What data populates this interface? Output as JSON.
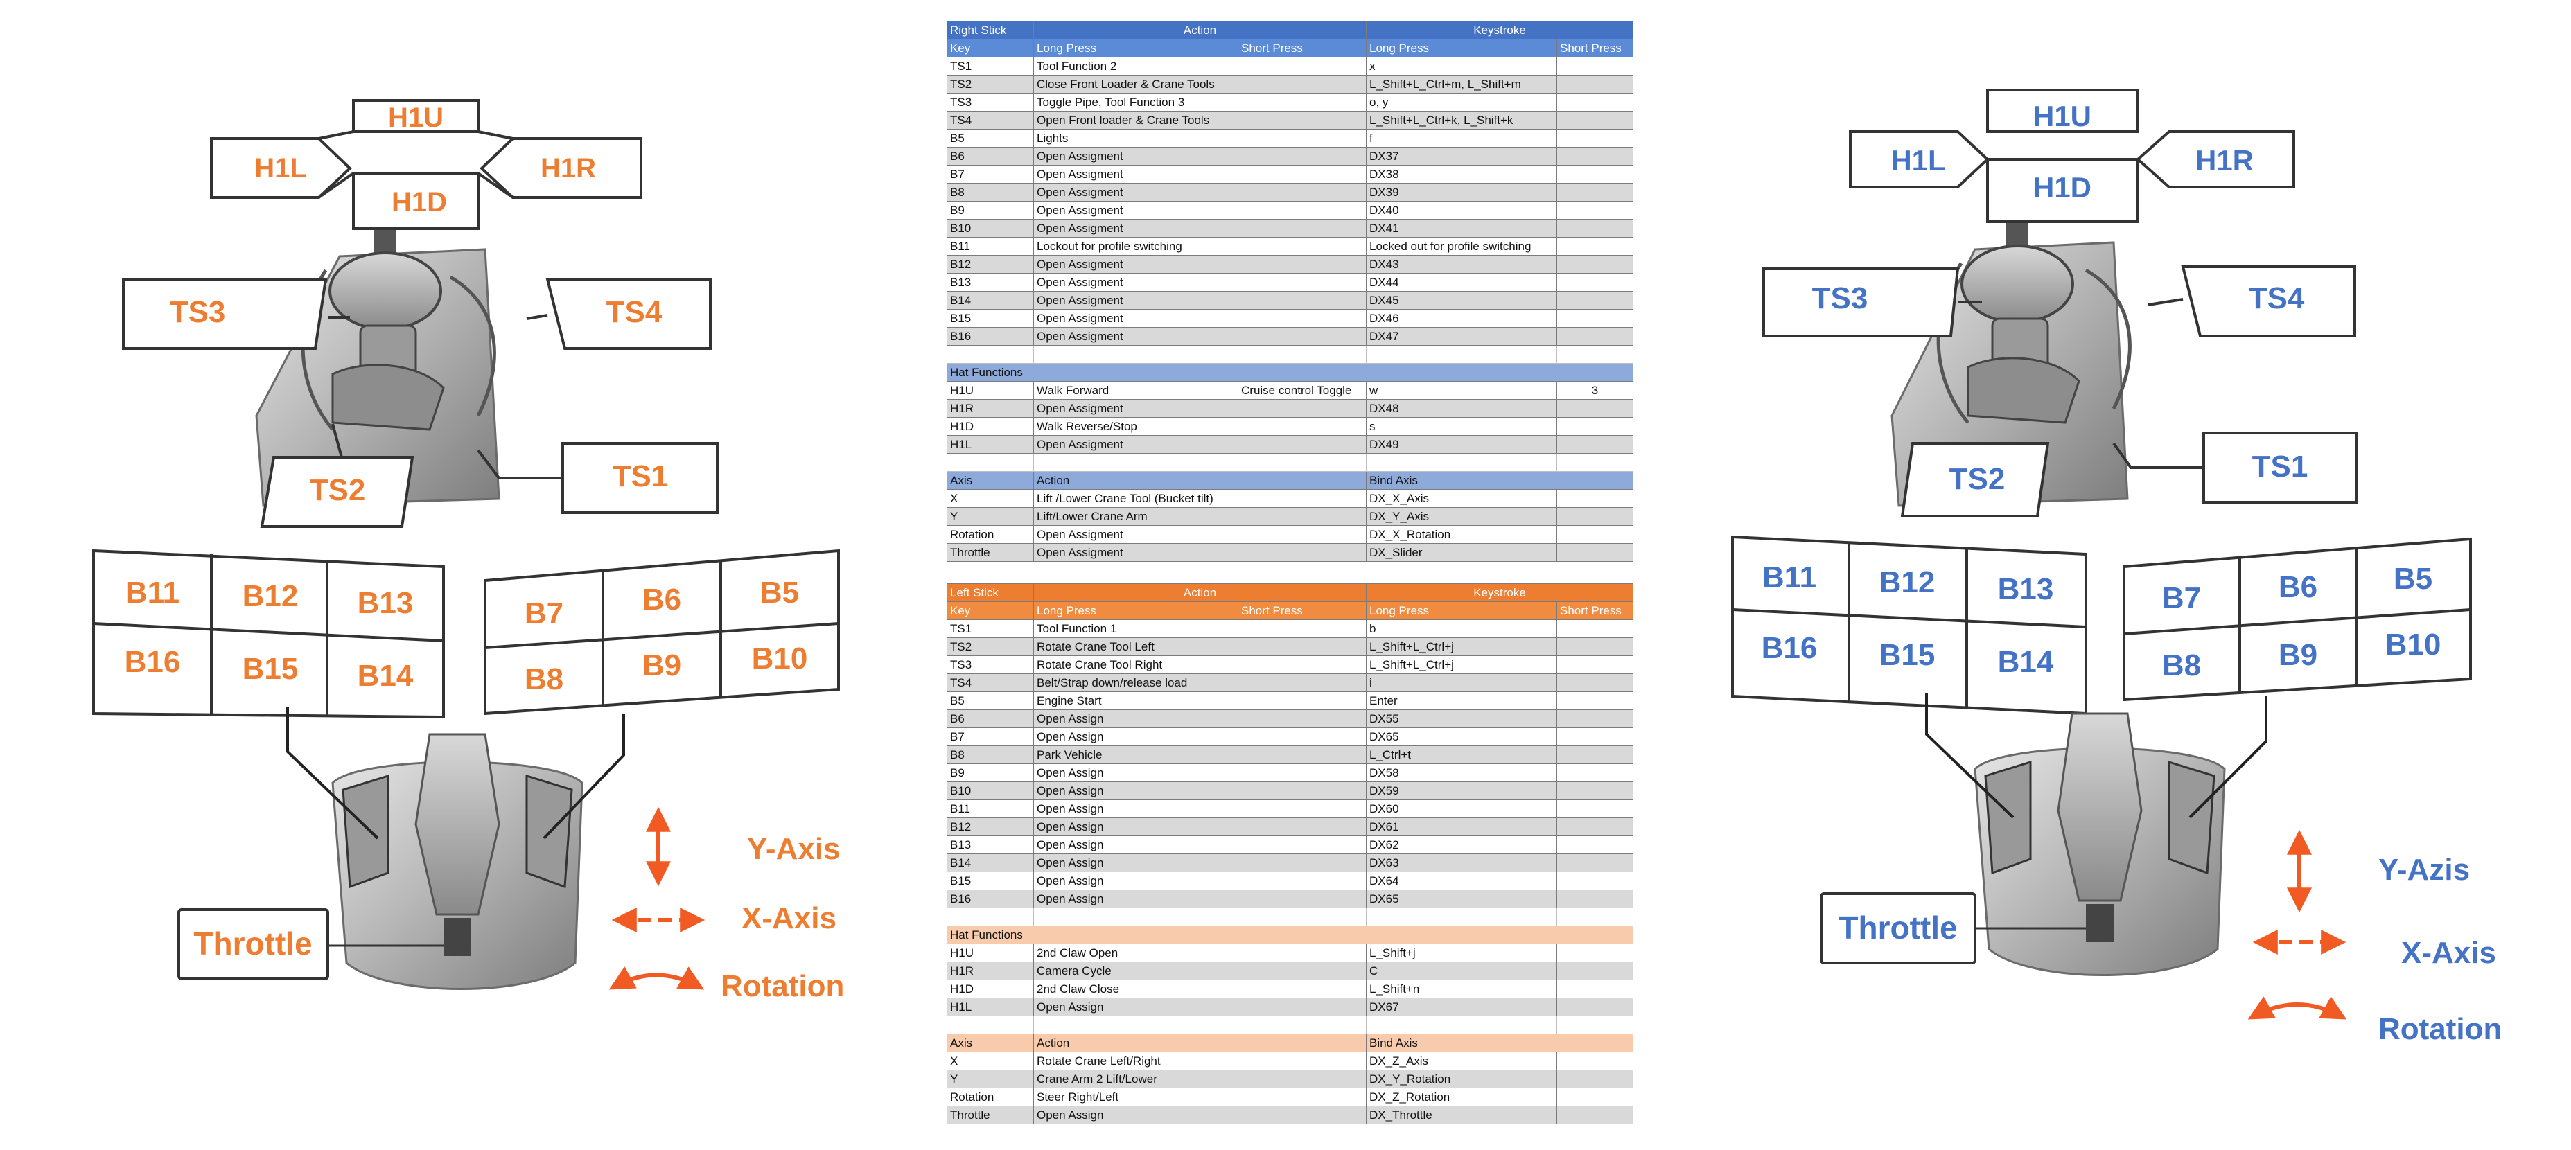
{
  "colors": {
    "left_label": "#ed7d31",
    "right_label": "#4472c4",
    "arrow": "#f15a22",
    "right_header": "#4472c4",
    "right_section": "#8eaadb",
    "left_header": "#ed7d31",
    "left_section": "#f8cbad"
  },
  "left_panel": {
    "hat": [
      "H1U",
      "H1L",
      "H1R",
      "H1D"
    ],
    "triggers": [
      "TS3",
      "TS4",
      "TS2",
      "TS1"
    ],
    "group_a": [
      "B11",
      "B12",
      "B13",
      "B16",
      "B15",
      "B14"
    ],
    "group_b": [
      "B7",
      "B6",
      "B5",
      "B8",
      "B9",
      "B10"
    ],
    "throttle": "Throttle",
    "axes": [
      "Y-Axis",
      "X-Axis",
      "Rotation"
    ]
  },
  "right_panel": {
    "hat": [
      "H1U",
      "H1L",
      "H1R",
      "H1D"
    ],
    "triggers": [
      "TS3",
      "TS4",
      "TS2",
      "TS1"
    ],
    "group_a": [
      "B11",
      "B12",
      "B13",
      "B16",
      "B15",
      "B14"
    ],
    "group_b": [
      "B7",
      "B6",
      "B5",
      "B8",
      "B9",
      "B10"
    ],
    "throttle": "Throttle",
    "axes": [
      "Y-Azis",
      "X-Axis",
      "Rotation"
    ]
  },
  "right_table": {
    "title": "Right Stick",
    "action": "Action",
    "keystroke": "Keystroke",
    "sub": [
      "Key",
      "Long Press",
      "Short Press",
      "Long Press",
      "Short Press"
    ],
    "rows": [
      [
        "TS1",
        "Tool Function 2",
        "",
        "x",
        ""
      ],
      [
        "TS2",
        "Close Front Loader & Crane Tools",
        "",
        "L_Shift+L_Ctrl+m, L_Shift+m",
        ""
      ],
      [
        "TS3",
        "Toggle Pipe, Tool Function 3",
        "",
        "o, y",
        ""
      ],
      [
        "TS4",
        "Open Front loader & Crane Tools",
        "",
        "L_Shift+L_Ctrl+k, L_Shift+k",
        ""
      ],
      [
        "B5",
        "Lights",
        "",
        "f",
        ""
      ],
      [
        "B6",
        "Open Assigment",
        "",
        "DX37",
        ""
      ],
      [
        "B7",
        "Open Assigment",
        "",
        "DX38",
        ""
      ],
      [
        "B8",
        "Open Assigment",
        "",
        "DX39",
        ""
      ],
      [
        "B9",
        "Open Assigment",
        "",
        "DX40",
        ""
      ],
      [
        "B10",
        "Open Assigment",
        "",
        "DX41",
        ""
      ],
      [
        "B11",
        "Lockout for profile switching",
        "",
        "Locked out for profile switching",
        ""
      ],
      [
        "B12",
        "Open Assigment",
        "",
        "DX43",
        ""
      ],
      [
        "B13",
        "Open Assigment",
        "",
        "DX44",
        ""
      ],
      [
        "B14",
        "Open Assigment",
        "",
        "DX45",
        ""
      ],
      [
        "B15",
        "Open Assigment",
        "",
        "DX46",
        ""
      ],
      [
        "B16",
        "Open Assigment",
        "",
        "DX47",
        ""
      ]
    ],
    "hat_title": "Hat Functions",
    "hat_rows": [
      [
        "H1U",
        "Walk Forward",
        "Cruise control Toggle",
        "w",
        "3"
      ],
      [
        "H1R",
        "Open Assigment",
        "",
        "DX48",
        ""
      ],
      [
        "H1D",
        "Walk Reverse/Stop",
        "",
        "s",
        ""
      ],
      [
        "H1L",
        "Open Assigment",
        "",
        "DX49",
        ""
      ]
    ],
    "axis_head": [
      "Axis",
      "Action",
      "Bind Axis"
    ],
    "axis_rows": [
      [
        "X",
        "Lift /Lower Crane Tool (Bucket tilt)",
        "DX_X_Axis"
      ],
      [
        "Y",
        "Lift/Lower Crane Arm",
        "DX_Y_Axis"
      ],
      [
        "Rotation",
        "Open Assigment",
        "DX_X_Rotation"
      ],
      [
        "Throttle",
        "Open Assigment",
        "DX_Slider"
      ]
    ]
  },
  "left_table": {
    "title": "Left Stick",
    "action": "Action",
    "keystroke": "Keystroke",
    "sub": [
      "Key",
      "Long Press",
      "Short Press",
      "Long Press",
      "Short Press"
    ],
    "rows": [
      [
        "TS1",
        "Tool Function 1",
        "",
        "b",
        ""
      ],
      [
        "TS2",
        "Rotate Crane Tool Left",
        "",
        "L_Shift+L_Ctrl+j",
        ""
      ],
      [
        "TS3",
        "Rotate Crane Tool Right",
        "",
        "L_Shift+L_Ctrl+j",
        ""
      ],
      [
        "TS4",
        "Belt/Strap down/release load",
        "",
        "i",
        ""
      ],
      [
        "B5",
        "Engine Start",
        "",
        "Enter",
        ""
      ],
      [
        "B6",
        "Open Assign",
        "",
        "DX55",
        ""
      ],
      [
        "B7",
        "Open Assign",
        "",
        "DX65",
        ""
      ],
      [
        "B8",
        "Park Vehicle",
        "",
        "L_Ctrl+t",
        ""
      ],
      [
        "B9",
        "Open Assign",
        "",
        "DX58",
        ""
      ],
      [
        "B10",
        "Open Assign",
        "",
        "DX59",
        ""
      ],
      [
        "B11",
        "Open Assign",
        "",
        "DX60",
        ""
      ],
      [
        "B12",
        "Open Assign",
        "",
        "DX61",
        ""
      ],
      [
        "B13",
        "Open Assign",
        "",
        "DX62",
        ""
      ],
      [
        "B14",
        "Open Assign",
        "",
        "DX63",
        ""
      ],
      [
        "B15",
        "Open Assign",
        "",
        "DX64",
        ""
      ],
      [
        "B16",
        "Open Assign",
        "",
        "DX65",
        ""
      ]
    ],
    "hat_title": "Hat Functions",
    "hat_rows": [
      [
        "H1U",
        "2nd Claw Open",
        "",
        "L_Shift+j",
        ""
      ],
      [
        "H1R",
        "Camera Cycle",
        "",
        "C",
        ""
      ],
      [
        "H1D",
        "2nd Claw Close",
        "",
        "L_Shift+n",
        ""
      ],
      [
        "H1L",
        "Open Assign",
        "",
        "DX67",
        ""
      ]
    ],
    "axis_head": [
      "Axis",
      "Action",
      "Bind Axis"
    ],
    "axis_rows": [
      [
        "X",
        "Rotate Crane Left/Right",
        "DX_Z_Axis"
      ],
      [
        "Y",
        "Crane Arm 2 Lift/Lower",
        "DX_Y_Rotation"
      ],
      [
        "Rotation",
        "Steer Right/Left",
        "DX_Z_Rotation"
      ],
      [
        "Throttle",
        "Open Assign",
        "DX_Throttle"
      ]
    ]
  }
}
